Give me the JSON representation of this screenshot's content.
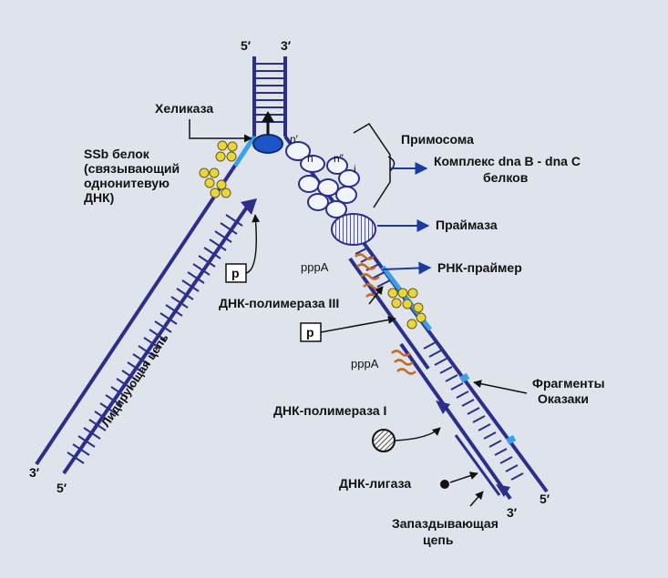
{
  "ends": {
    "top_left": "5′",
    "top_right": "3′",
    "lead_bottom_left": "3′",
    "lead_bottom_right": "5′",
    "lag_bottom_left": "3′",
    "lag_bottom_right": "5′"
  },
  "labels": {
    "helicase": "Хеликаза",
    "ssb_line1": "SSb белок",
    "ssb_line2": "(связывающий",
    "ssb_line3": "однонитевую",
    "ssb_line4": "ДНК)",
    "primosome": "Примосома",
    "dnab_line1": "Комплекс dna B - dna C",
    "dnab_line2": "белков",
    "primase": "Праймаза",
    "ppp_a_1": "pppA",
    "rna_primer": "РНК-праймер",
    "p_box_1": "p",
    "dna_pol3": "ДНК-полимераза III",
    "p_box_2": "p",
    "ppp_a_2": "pppA",
    "okazaki_line1": "Фрагменты",
    "okazaki_line2": "Оказаки",
    "dna_pol1": "ДНК-полимераза I",
    "dna_ligase": "ДНК-лигаза",
    "lagging_line1": "Запаздывающая",
    "lagging_line2": "цепь",
    "leading_strand": "Лидирующая цепь",
    "n_prime": "n′",
    "n": "n",
    "n_double_prime": "n″",
    "i": "i"
  },
  "colors": {
    "strand": "#2b2f8a",
    "strand_light": "#4a56c8",
    "ssb": "#e8d640",
    "helicase": "#1d55c8",
    "primer": "#c46a2a",
    "highlight": "#3aa0e8"
  }
}
